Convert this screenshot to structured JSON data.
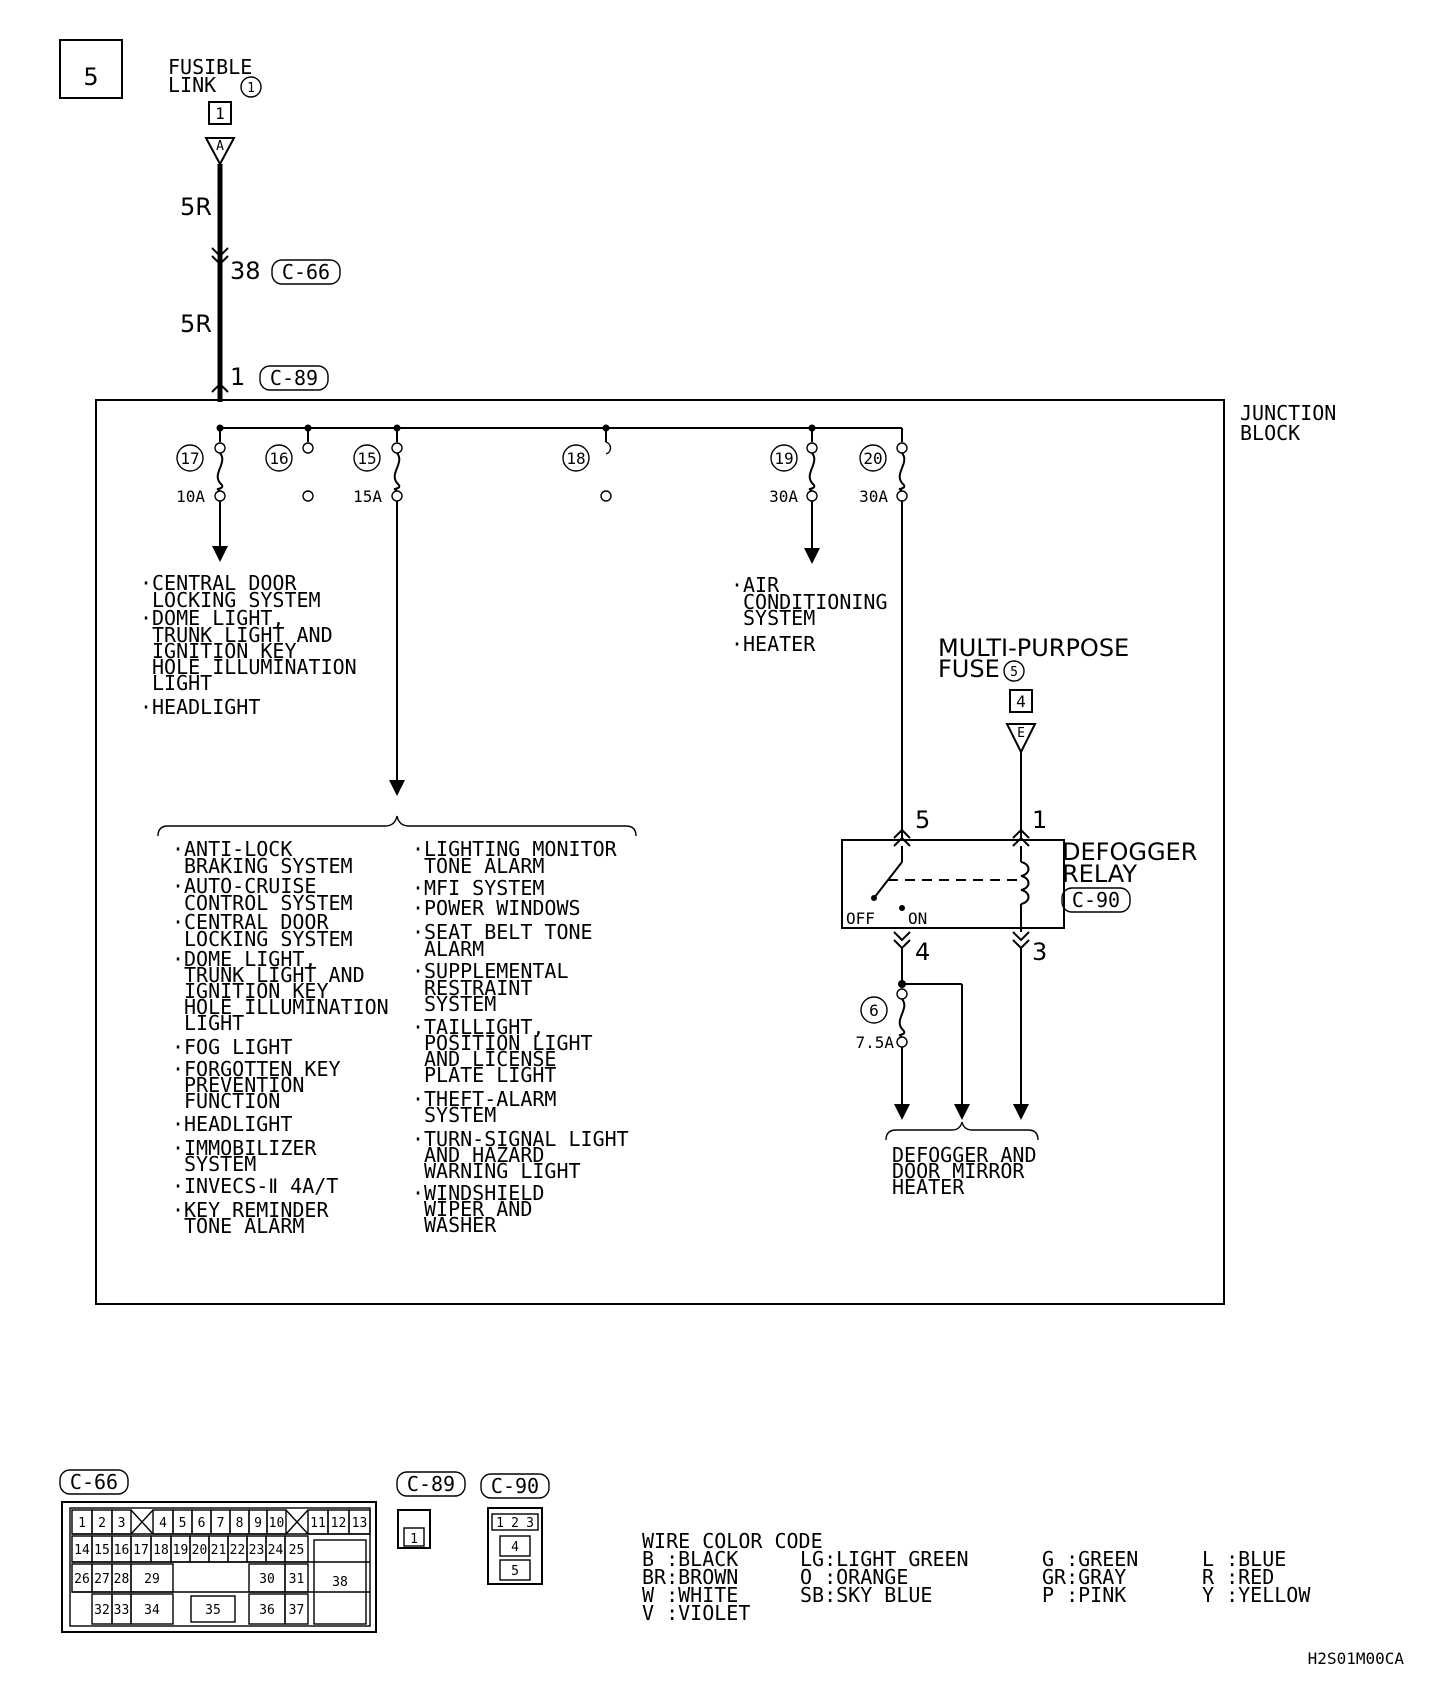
{
  "page_number": "5",
  "fusible_link": {
    "line1": "FUSIBLE",
    "line2": "LINK",
    "number": "1",
    "box": "1",
    "terminal": "A"
  },
  "wire_upper": "5R",
  "wire_lower": "5R",
  "conn_c66": {
    "pin": "38",
    "id": "C-66"
  },
  "conn_c89": {
    "pin": "1",
    "id": "C-89"
  },
  "junction_block": {
    "line1": "JUNCTION",
    "line2": "BLOCK"
  },
  "fuses": [
    {
      "num": "17",
      "rating": "10A"
    },
    {
      "num": "16",
      "rating": ""
    },
    {
      "num": "15",
      "rating": "15A"
    },
    {
      "num": "18",
      "rating": ""
    },
    {
      "num": "19",
      "rating": "30A"
    },
    {
      "num": "20",
      "rating": "30A"
    },
    {
      "num": "6",
      "rating": "7.5A"
    }
  ],
  "fuse17_loads": [
    [
      "CENTRAL DOOR",
      "LOCKING SYSTEM"
    ],
    [
      "DOME LIGHT,",
      "TRUNK LIGHT AND",
      "IGNITION KEY",
      "HOLE ILLUMINATION",
      "LIGHT"
    ],
    [
      "HEADLIGHT"
    ]
  ],
  "fuse19_loads": [
    [
      "AIR",
      "CONDITIONING",
      "SYSTEM"
    ],
    [
      "HEATER"
    ]
  ],
  "fuse15_loads_left": [
    [
      "ANTI-LOCK",
      "BRAKING SYSTEM"
    ],
    [
      "AUTO-CRUISE",
      "CONTROL SYSTEM"
    ],
    [
      "CENTRAL DOOR",
      "LOCKING SYSTEM"
    ],
    [
      "DOME LIGHT,",
      "TRUNK LIGHT AND",
      "IGNITION KEY",
      "HOLE ILLUMINATION",
      "LIGHT"
    ],
    [
      "FOG LIGHT"
    ],
    [
      "FORGOTTEN KEY",
      "PREVENTION",
      "FUNCTION"
    ],
    [
      "HEADLIGHT"
    ],
    [
      "IMMOBILIZER",
      "SYSTEM"
    ],
    [
      "INVECS-Ⅱ 4A/T"
    ],
    [
      "KEY REMINDER",
      "TONE ALARM"
    ]
  ],
  "fuse15_loads_right": [
    [
      "LIGHTING MONITOR",
      "TONE ALARM"
    ],
    [
      "MFI SYSTEM"
    ],
    [
      "POWER WINDOWS"
    ],
    [
      "SEAT BELT TONE",
      "ALARM"
    ],
    [
      "SUPPLEMENTAL",
      "RESTRAINT",
      "SYSTEM"
    ],
    [
      "TAILLIGHT,",
      "POSITION LIGHT",
      "AND LICENSE",
      "PLATE LIGHT"
    ],
    [
      "THEFT-ALARM",
      "SYSTEM"
    ],
    [
      "TURN-SIGNAL LIGHT",
      "AND HAZARD",
      "WARNING LIGHT"
    ],
    [
      "WINDSHIELD",
      "WIPER AND",
      "WASHER"
    ]
  ],
  "multi_purpose_fuse": {
    "line1": "MULTI-PURPOSE",
    "line2": "FUSE",
    "number": "5",
    "box": "4",
    "terminal": "E"
  },
  "defogger_relay": {
    "line1": "DEFOGGER",
    "line2": "RELAY",
    "conn": "C-90",
    "off": "OFF",
    "on": "ON",
    "pins": [
      "5",
      "1",
      "4",
      "3"
    ]
  },
  "defogger_load": [
    "DEFOGGER AND",
    "DOOR MIRROR",
    "HEATER"
  ],
  "connector_views": {
    "c66": "C-66",
    "c89": "C-89",
    "c90": "C-90",
    "c66_pins": [
      "1",
      "2",
      "3",
      "4",
      "5",
      "6",
      "7",
      "8",
      "9",
      "10",
      "11",
      "12",
      "13",
      "14",
      "15",
      "16",
      "17",
      "18",
      "19",
      "20",
      "21",
      "22",
      "23",
      "24",
      "25",
      "26",
      "27",
      "28",
      "29",
      "30",
      "31",
      "32",
      "33",
      "34",
      "35",
      "36",
      "37",
      "38"
    ],
    "c89_pins": [
      "1"
    ],
    "c90_pins": [
      "1",
      "2",
      "3",
      "4",
      "5"
    ]
  },
  "wire_color_code": {
    "title": "WIRE COLOR CODE",
    "columns": [
      [
        "B :BLACK",
        "BR:BROWN",
        "W :WHITE",
        "V :VIOLET"
      ],
      [
        "LG:LIGHT GREEN",
        "O :ORANGE",
        "SB:SKY BLUE"
      ],
      [
        "G :GREEN",
        "GR:GRAY",
        "P :PINK"
      ],
      [
        "L :BLUE",
        "R :RED",
        "Y :YELLOW"
      ]
    ]
  },
  "drawing_code": "H2S01M00CA"
}
